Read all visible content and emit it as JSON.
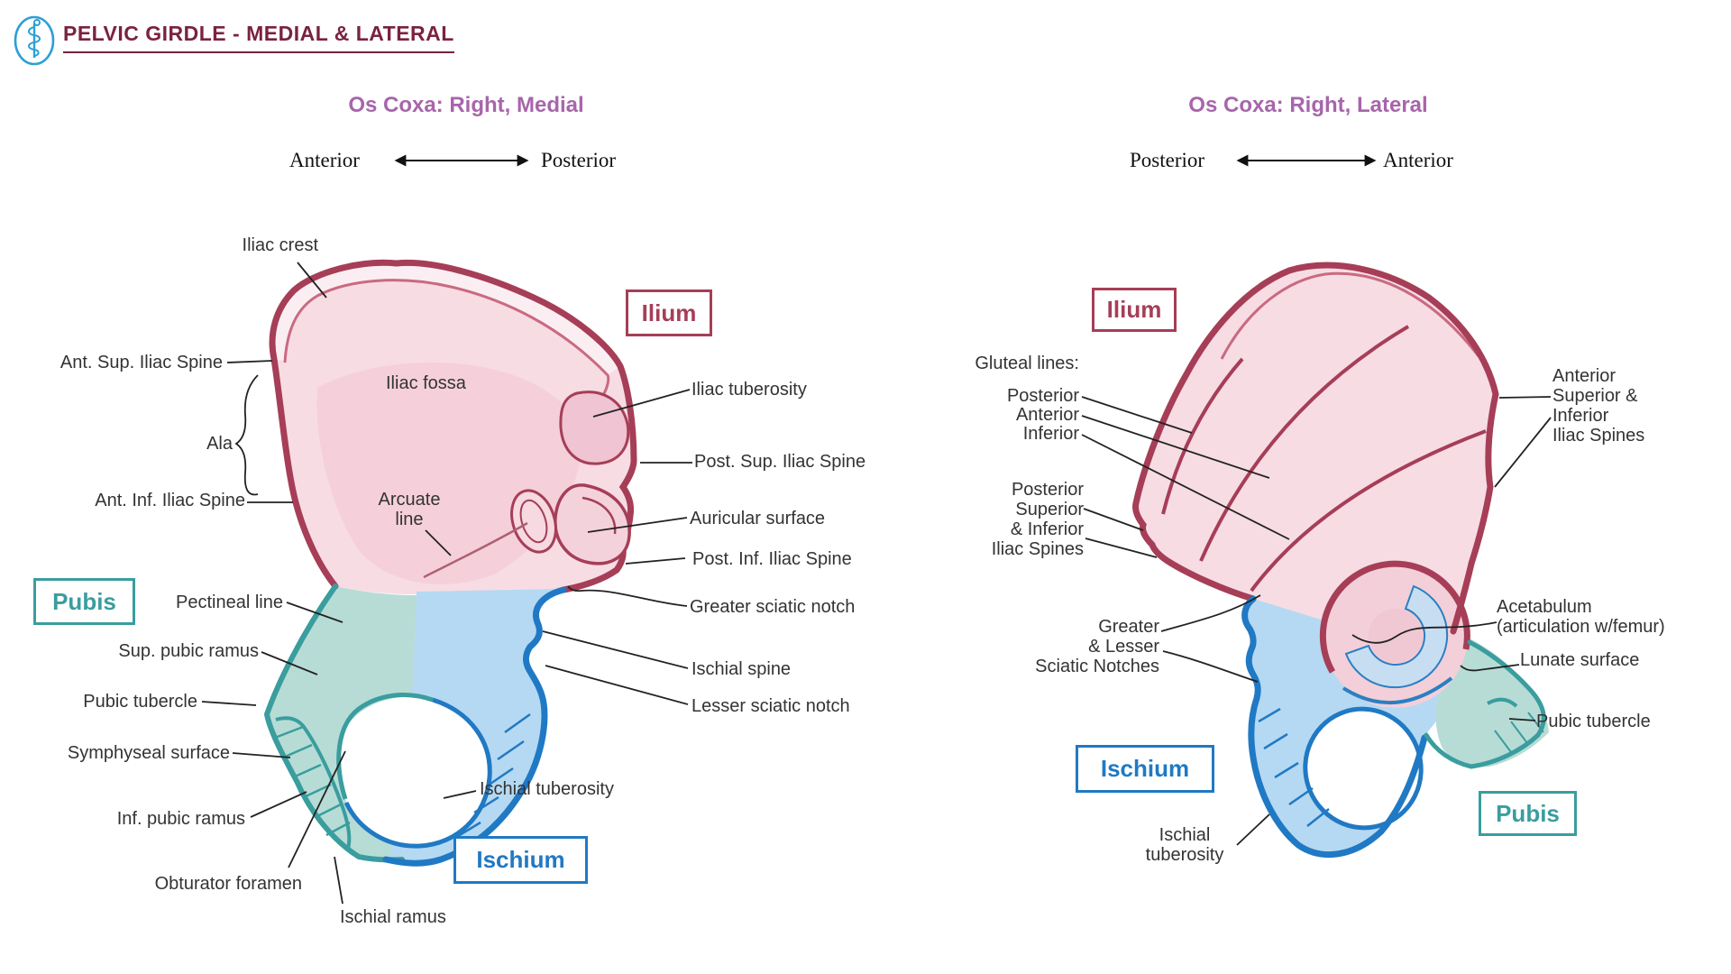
{
  "header": {
    "title": "PELVIC GIRDLE - MEDIAL & LATERAL",
    "logo_icon": "asclepius-staff-icon"
  },
  "colors": {
    "title": "#7a2240",
    "heading": "#a765ab",
    "label": "#333333",
    "ilium_accent": "#a63e57",
    "pubis_accent": "#3a9d9e",
    "ischium_accent": "#2079c4",
    "ilium_fill": "#f7dce4",
    "pubis_fill": "#b7dcd6",
    "ischium_fill": "#b5d9f2"
  },
  "medial": {
    "heading": "Os Coxa: Right, Medial",
    "direction": {
      "left": "Anterior",
      "right": "Posterior"
    },
    "boxes": {
      "ilium": "Ilium",
      "pubis": "Pubis",
      "ischium": "Ischium"
    },
    "labels": {
      "iliac_crest": "Iliac crest",
      "ant_sup_iliac_spine": "Ant. Sup. Iliac Spine",
      "ala": "Ala",
      "ant_inf_iliac_spine": "Ant. Inf. Iliac Spine",
      "iliac_fossa": "Iliac fossa",
      "arcuate_line": "Arcuate\nline",
      "pectineal_line": "Pectineal line",
      "sup_pubic_ramus": "Sup. pubic ramus",
      "pubic_tubercle": "Pubic tubercle",
      "symphyseal_surface": "Symphyseal surface",
      "inf_pubic_ramus": "Inf. pubic ramus",
      "obturator_foramen": "Obturator foramen",
      "ischial_ramus": "Ischial ramus",
      "iliac_tuberosity": "Iliac tuberosity",
      "post_sup_iliac_spine": "Post. Sup. Iliac Spine",
      "auricular_surface": "Auricular surface",
      "post_inf_iliac_spine": "Post. Inf. Iliac Spine",
      "greater_sciatic_notch": "Greater sciatic notch",
      "ischial_spine": "Ischial spine",
      "lesser_sciatic_notch": "Lesser sciatic notch",
      "ischial_tuberosity": "Ischial tuberosity"
    }
  },
  "lateral": {
    "heading": "Os Coxa: Right, Lateral",
    "direction": {
      "left": "Posterior",
      "right": "Anterior"
    },
    "boxes": {
      "ilium": "Ilium",
      "ischium": "Ischium",
      "pubis": "Pubis"
    },
    "labels": {
      "gluteal_lines_title": "Gluteal lines:",
      "gluteal_posterior": "Posterior",
      "gluteal_anterior": "Anterior",
      "gluteal_inferior": "Inferior",
      "post_iliac_spines": "Posterior\nSuperior\n& Inferior\nIliac Spines",
      "sciatic_notches": "Greater\n& Lesser\nSciatic Notches",
      "ischial_tuberosity": "Ischial\ntuberosity",
      "ant_iliac_spines": "Anterior\nSuperior &\nInferior\nIliac Spines",
      "acetabulum": "Acetabulum\n(articulation w/femur)",
      "lunate_surface": "Lunate surface",
      "pubic_tubercle": "Pubic tubercle"
    }
  }
}
